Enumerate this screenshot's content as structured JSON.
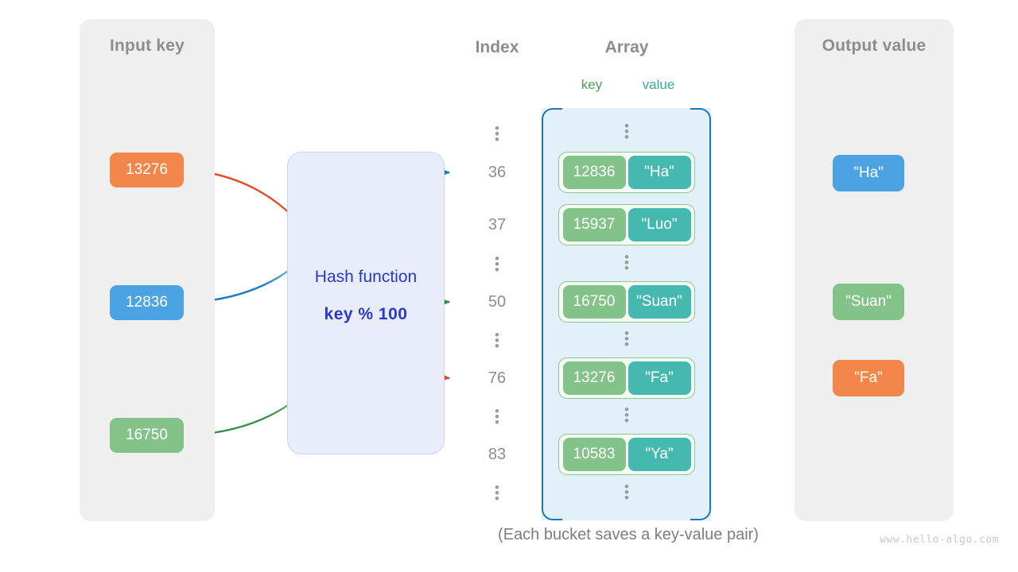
{
  "diagram": {
    "caption": "(Each bucket saves a key-value pair)",
    "watermark": "www.hello-algo.com"
  },
  "panels": {
    "input": {
      "title": "Input key"
    },
    "output": {
      "title": "Output value"
    }
  },
  "headings": {
    "index": "Index",
    "array": "Array",
    "key": "key",
    "value": "value"
  },
  "hash_function": {
    "label": "Hash function",
    "formula": "key % 100"
  },
  "input_keys": [
    {
      "label": "13276",
      "color": "#f2864b"
    },
    {
      "label": "12836",
      "color": "#4ba3e3"
    },
    {
      "label": "16750",
      "color": "#83c288"
    }
  ],
  "output_values": [
    {
      "label": "\"Ha\"",
      "color": "#4ba3e3"
    },
    {
      "label": "\"Suan\"",
      "color": "#83c288"
    },
    {
      "label": "\"Fa\"",
      "color": "#f2864b"
    }
  ],
  "index_column": [
    "⋮",
    "36",
    "37",
    "⋮",
    "50",
    "⋮",
    "76",
    "⋮",
    "83",
    "⋮"
  ],
  "buckets": [
    {
      "index": "36",
      "key": "12836",
      "value": "\"Ha\""
    },
    {
      "index": "37",
      "key": "15937",
      "value": "\"Luo\""
    },
    {
      "index": "50",
      "key": "16750",
      "value": "\"Suan\""
    },
    {
      "index": "76",
      "key": "13276",
      "value": "\"Fa\""
    },
    {
      "index": "83",
      "key": "10583",
      "value": "\"Ya\""
    }
  ],
  "mappings": [
    {
      "key": "13276",
      "index": "76",
      "value": "\"Fa\"",
      "color": "#e2471a"
    },
    {
      "key": "12836",
      "index": "36",
      "value": "\"Ha\"",
      "color": "#1678c2"
    },
    {
      "key": "16750",
      "index": "50",
      "value": "\"Suan\"",
      "color": "#2c8a3c"
    }
  ],
  "colors": {
    "panel_bg": "#efefef",
    "hash_box_bg": "#e8ecfb",
    "hash_text": "#2b38cf",
    "array_bg": "#e2f0fa",
    "array_border": "#1877bf",
    "cell_key": "#83c288",
    "cell_value": "#45b8b0",
    "muted_text": "#8d8d8d"
  }
}
